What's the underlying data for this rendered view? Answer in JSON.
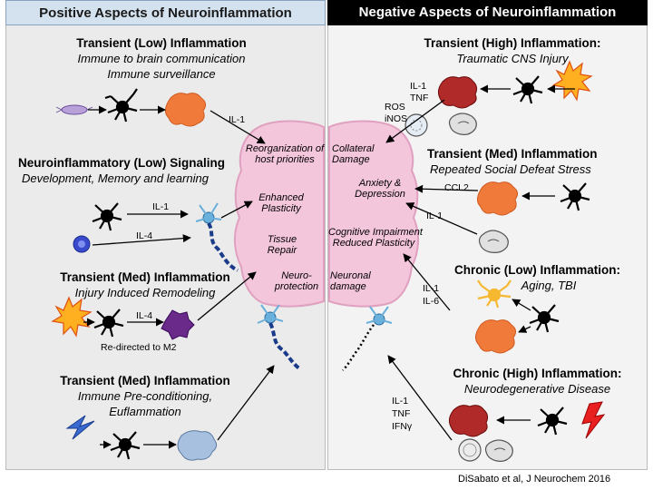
{
  "panels": {
    "left_title": "Positive Aspects of Neuroinflammation",
    "right_title": "Negative Aspects of Neuroinflammation"
  },
  "left": {
    "s1_title": "Transient (Low) Inflammation",
    "s1_sub1": "Immune to brain communication",
    "s1_sub2": "Immune surveillance",
    "s2_title": "Neuroinflammatory (Low) Signaling",
    "s2_sub": "Development, Memory and learning",
    "s3_title": "Transient (Med) Inflammation",
    "s3_sub": "Injury Induced Remodeling",
    "s3_note": "Re-directed to M2",
    "s4_title": "Transient (Med) Inflammation",
    "s4_sub1": "Immune Pre-conditioning,",
    "s4_sub2": "Euflammation"
  },
  "right": {
    "s1_title": "Transient (High) Inflammation:",
    "s1_sub": "Traumatic CNS Injury",
    "s2_title": "Transient (Med) Inflammation",
    "s2_sub": "Repeated Social Defeat Stress",
    "s3_title": "Chronic (Low) Inflammation:",
    "s3_sub": "Aging, TBI",
    "s4_title": "Chronic (High) Inflammation:",
    "s4_sub": "Neurodegenerative Disease"
  },
  "signals": {
    "il1_a": "IL-1",
    "il1_b": "IL-1",
    "il4_a": "IL-4",
    "il4_b": "IL-4",
    "r1_il1": "IL-1",
    "r1_tnf": "TNF",
    "r1_ros": "ROS",
    "r1_inos": "iNOS",
    "ccl2": "CCL2",
    "r2_il1": "IL-1",
    "r3_il1": "IL-1",
    "r3_il6": "IL-6",
    "r4_il1": "IL-1",
    "r4_tnf": "TNF",
    "r4_ifn": "IFNγ"
  },
  "brain": {
    "l1a": "Reorganization of",
    "l1b": "host priorities",
    "l2a": "Enhanced",
    "l2b": "Plasticity",
    "l3a": "Tissue",
    "l3b": "Repair",
    "l4a": "Neuro-",
    "l4b": "protection",
    "r1a": "Collateral",
    "r1b": "Damage",
    "r2a": "Anxiety &",
    "r2b": "Depression",
    "r3a": "Cognitive Impairment",
    "r3b": "Reduced Plasticity",
    "r4a": "Neuronal",
    "r4b": "damage"
  },
  "citation": "DiSabato et al, J Neurochem 2016",
  "colors": {
    "brain_fill": "#f3c6dc",
    "brain_stroke": "#e0a0c0",
    "activated_microglia": "#f07a3a",
    "damaging_microglia": "#b02a2a",
    "m2_macrophage": "#6a2a8a",
    "monocyte": "#3a4acc",
    "neuron": "#6ab0dc",
    "preconditioned_cell": "#a8c0e0",
    "aged_microglia": "#f5b830",
    "injury_star": "#ffb020",
    "lightning_left": "#3a6ad0",
    "lightning_right": "#e82020"
  },
  "icons": [
    "bacterium-icon",
    "resting-microglia-icon",
    "activated-microglia-icon",
    "neuron-icon",
    "monocyte-icon",
    "injury-star-icon",
    "m2-macrophage-icon",
    "lightning-icon",
    "preconditioned-cell-icon",
    "damaging-microglia-icon",
    "primed-macrophage-icon",
    "aged-microglia-icon",
    "neuronal-damage-icon"
  ]
}
